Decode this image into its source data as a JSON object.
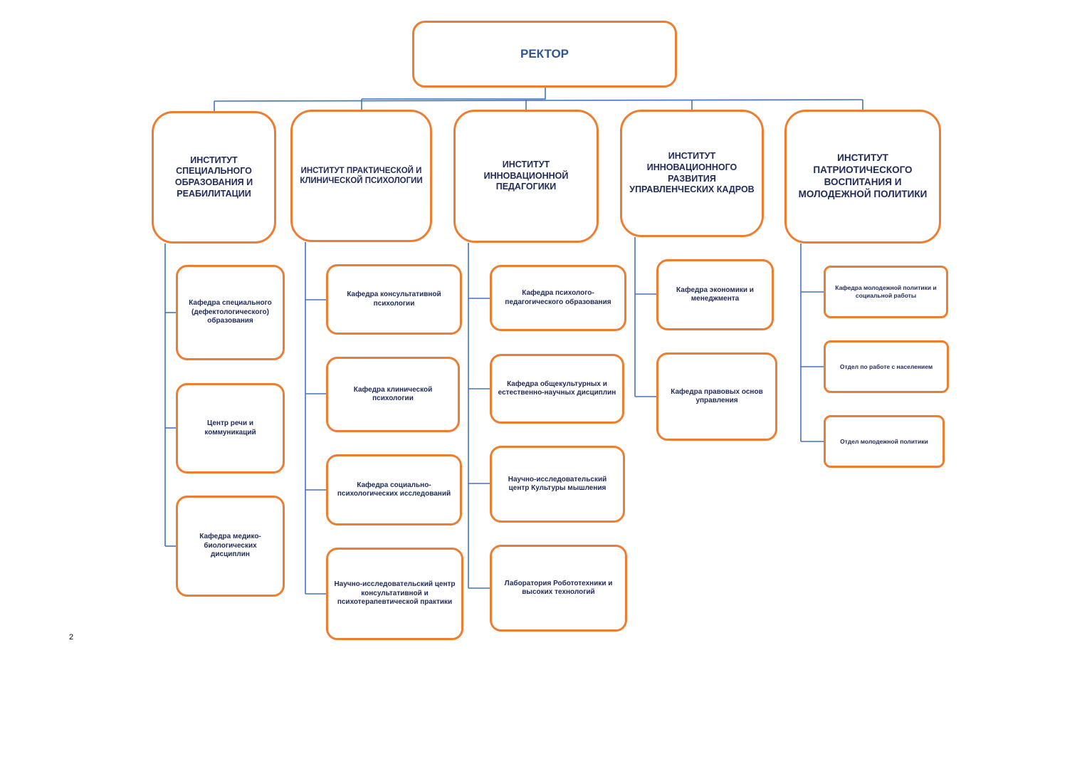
{
  "rector": {
    "label": "РЕКТОР"
  },
  "institutes": [
    {
      "label": "ИНСТИТУТ СПЕЦИАЛЬНОГО ОБРАЗОВАНИЯ И РЕАБИЛИТАЦИИ",
      "units": [
        "Кафедра специального (дефектологического) образования",
        "Центр речи и коммуникаций",
        "Кафедра медико-биологических дисциплин"
      ]
    },
    {
      "label": "ИНСТИТУТ ПРАКТИЧЕСКОЙ И КЛИНИЧЕСКОЙ ПСИХОЛОГИИ",
      "units": [
        "Кафедра консультативной психологии",
        "Кафедра клинической психологии",
        "Кафедра социально-психологических исследований",
        "Научно-исследовательский центр консультативной и психотерапевтической практики"
      ]
    },
    {
      "label": "ИНСТИТУТ ИННОВАЦИОННОЙ ПЕДАГОГИКИ",
      "units": [
        "Кафедра психолого-педагогического образования",
        "Кафедра общекультурных и естественно-научных дисциплин",
        "Научно-исследовательский центр Культуры мышления",
        "Лаборатория Робототехники и высоких технологий"
      ]
    },
    {
      "label": "ИНСТИТУТ ИННОВАЦИОННОГО РАЗВИТИЯ УПРАВЛЕНЧЕСКИХ КАДРОВ",
      "units": [
        "Кафедра экономики и менеджмента",
        "Кафедра правовых основ управления"
      ]
    },
    {
      "label": "ИНСТИТУТ ПАТРИОТИЧЕСКОГО ВОСПИТАНИЯ И МОЛОДЕЖНОЙ ПОЛИТИКИ",
      "units": [
        "Кафедра молодежной политики и социальной работы",
        "Отдел по работе с населением",
        "Отдел молодежной политики"
      ]
    }
  ],
  "page_number": "2",
  "colors": {
    "border": "#ED7D31",
    "connector": "#4472C4",
    "text": "#1F2A5A",
    "rector_text": "#2F5597"
  }
}
